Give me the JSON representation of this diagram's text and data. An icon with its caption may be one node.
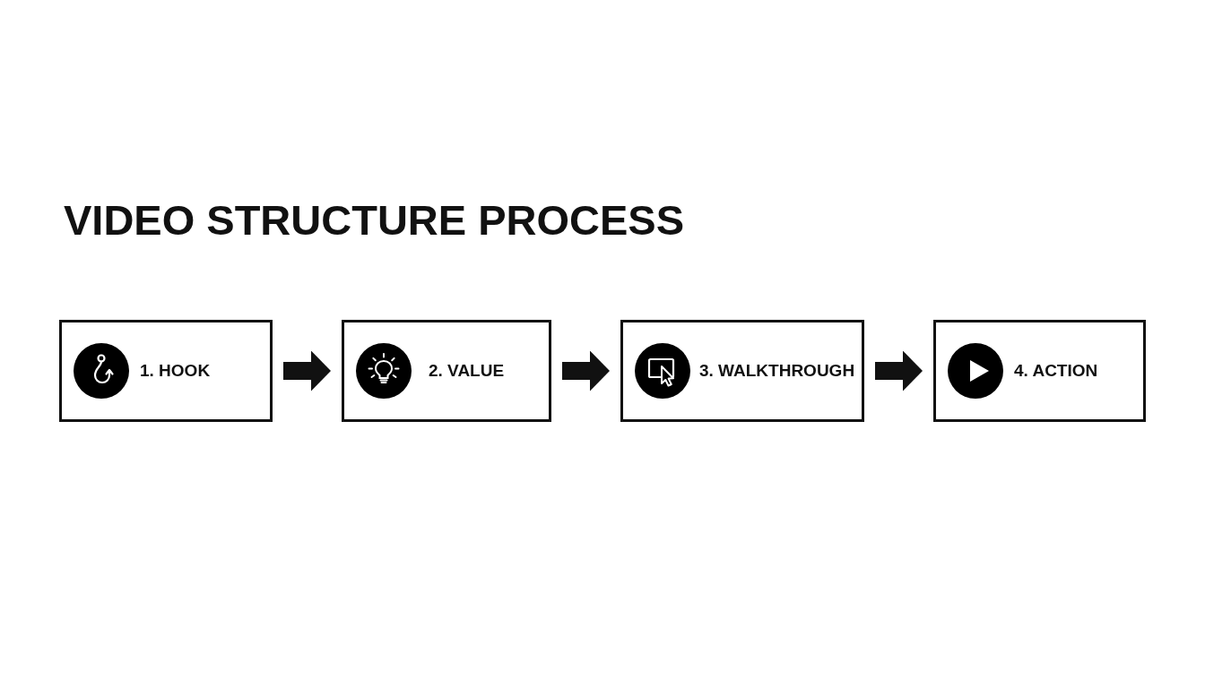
{
  "diagram": {
    "title": "VIDEO STRUCTURE PROCESS",
    "nodes": [
      {
        "text": [
          "1. HOOK"
        ]
      },
      {
        "text": [
          "2. VALUE"
        ]
      },
      {
        "text": [
          "3. WALKTHROUGH"
        ]
      },
      {
        "text": [
          "4. ACTION"
        ]
      }
    ],
    "edges": [
      {
        "from": 0,
        "to": 1,
        "arrow": "to"
      },
      {
        "from": 1,
        "to": 2,
        "arrow": "to"
      },
      {
        "from": 2,
        "to": 3,
        "arrow": "to"
      }
    ]
  }
}
